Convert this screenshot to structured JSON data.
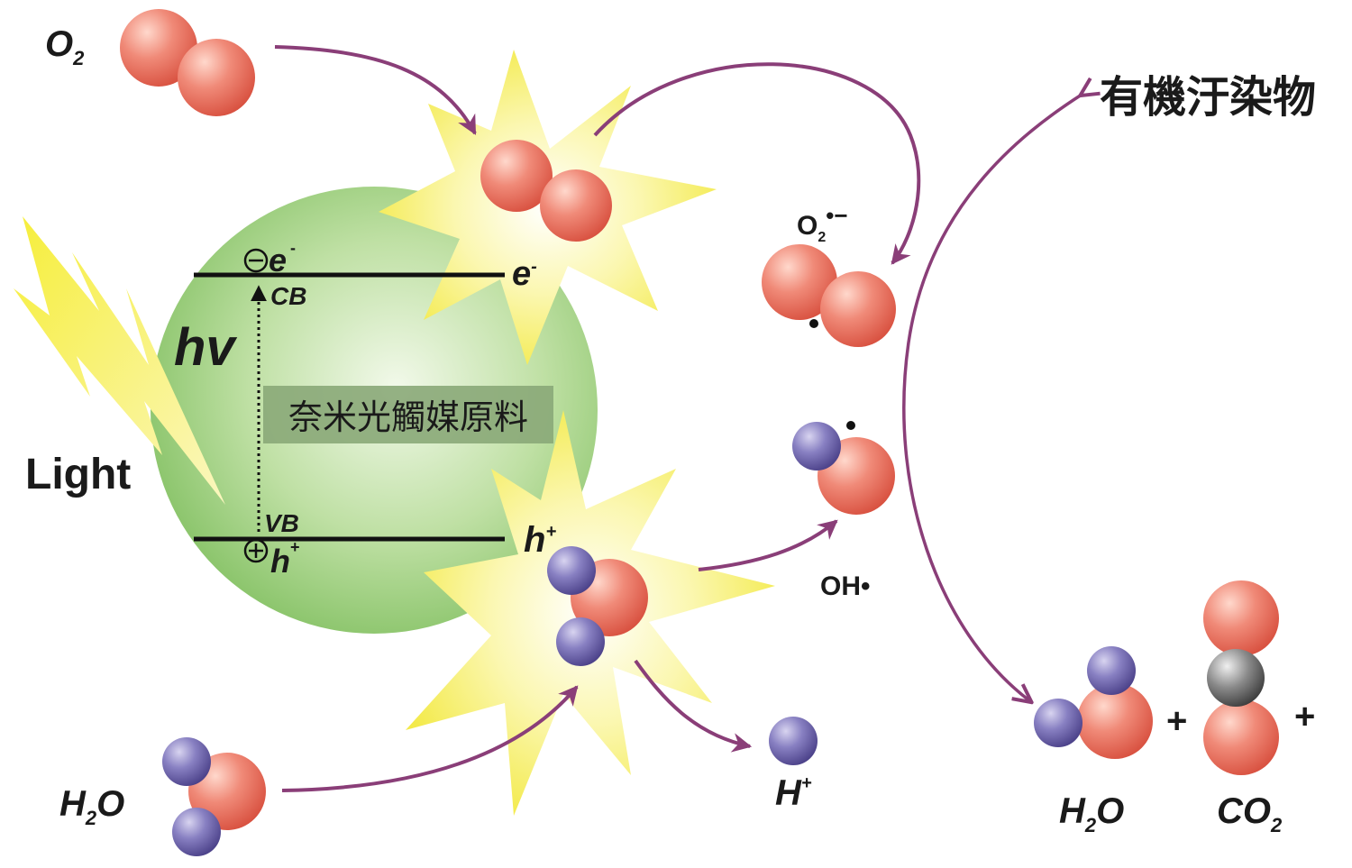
{
  "particle": {
    "label": "奈米光觸媒原料",
    "cb_label": "CB",
    "vb_label": "VB",
    "excitation_label": "hv",
    "electron_label": "e",
    "electron_sign": "-",
    "hole_label": "h",
    "hole_sign": "+"
  },
  "light_label": "Light",
  "reactants": {
    "o2": {
      "main": "O",
      "sub": "2"
    },
    "h2o": {
      "h": "H",
      "sub": "2",
      "o": "O"
    }
  },
  "burst_top": {
    "label": "e",
    "sign": "-"
  },
  "burst_bottom": {
    "label": "h",
    "sign": "+"
  },
  "intermediates": {
    "superoxide": {
      "main": "O",
      "sub": "2",
      "sup": "•−"
    },
    "hydroxyl": {
      "label": "OH•"
    },
    "proton": {
      "main": "H",
      "sup": "+"
    }
  },
  "pollutant_label": "有機汙染物",
  "products": {
    "h2o": {
      "h": "H",
      "sub": "2",
      "o": "O"
    },
    "co2": {
      "c": "CO",
      "sub": "2"
    },
    "plus": "+"
  },
  "colors": {
    "particle_green": "#a8d68a",
    "burst_yellow": "#f8f27a",
    "oxygen_red": "#ec6e5c",
    "hydrogen_purple": "#6c62a8",
    "carbon_gray": "#707070",
    "arrow_purple": "#8a3e78",
    "label_box": "#8aa878"
  }
}
